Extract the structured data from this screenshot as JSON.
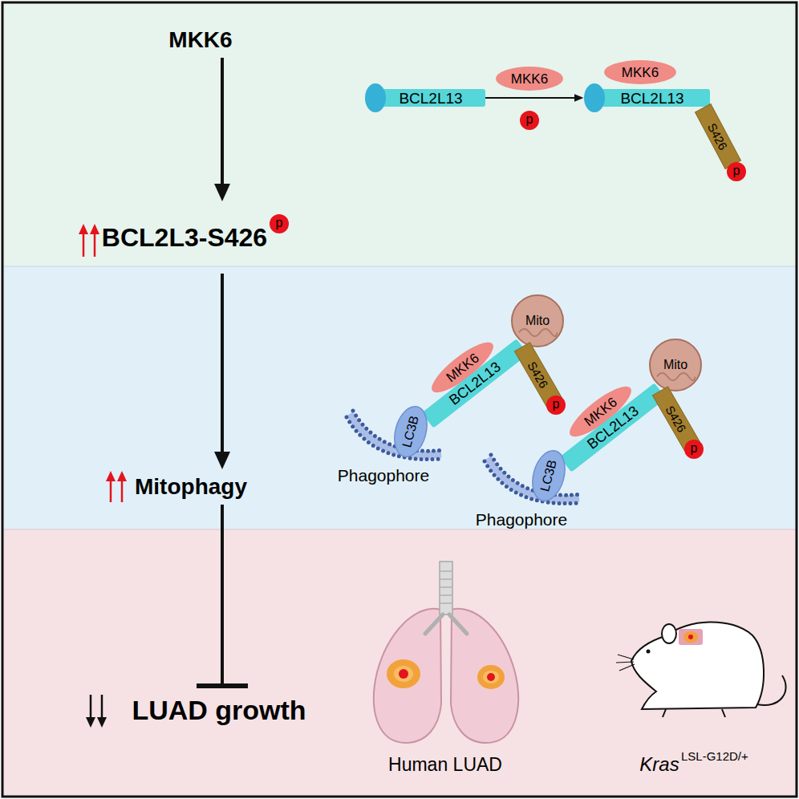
{
  "diagram": {
    "nodes": [
      {
        "text": [
          "MKK6"
        ]
      },
      {
        "text": [
          "MKK6"
        ]
      },
      {
        "text": [
          "BCL2L13"
        ]
      },
      {
        "text": [
          "p"
        ]
      },
      {
        "text": [
          "MKK6"
        ]
      },
      {
        "text": [
          "BCL2L13"
        ]
      },
      {
        "text": [
          "S426"
        ]
      },
      {
        "text": [
          "p"
        ]
      },
      {
        "text": [
          "BCL2L3-S426"
        ]
      },
      {
        "text": [
          "p"
        ]
      },
      {
        "text": [
          "Mito"
        ]
      },
      {
        "text": [
          "MKK6"
        ]
      },
      {
        "text": [
          "BCL2L13"
        ]
      },
      {
        "text": [
          "S426"
        ]
      },
      {
        "text": [
          "p"
        ]
      },
      {
        "text": [
          "LC3B"
        ]
      },
      {
        "text": [
          "Mito"
        ]
      },
      {
        "text": [
          "MKK6"
        ]
      },
      {
        "text": [
          "BCL2L13"
        ]
      },
      {
        "text": [
          "S426"
        ]
      },
      {
        "text": [
          "p"
        ]
      },
      {
        "text": [
          "LC3B"
        ]
      },
      {
        "text": [
          "Mitophagy"
        ]
      },
      {
        "text": [
          "LUAD growth"
        ]
      }
    ],
    "edges": [
      {
        "from": 0,
        "to": 8,
        "arrow": "to"
      },
      {
        "from": 2,
        "to": 5,
        "arrow": "to"
      },
      {
        "from": 8,
        "to": 22,
        "arrow": "to"
      },
      {
        "from": 22,
        "to": 23,
        "arrow": "to"
      }
    ],
    "labels": [
      "Phagophore",
      "Phagophore",
      "Human LUAD",
      "Kras",
      "LSL-G12D/+"
    ]
  }
}
